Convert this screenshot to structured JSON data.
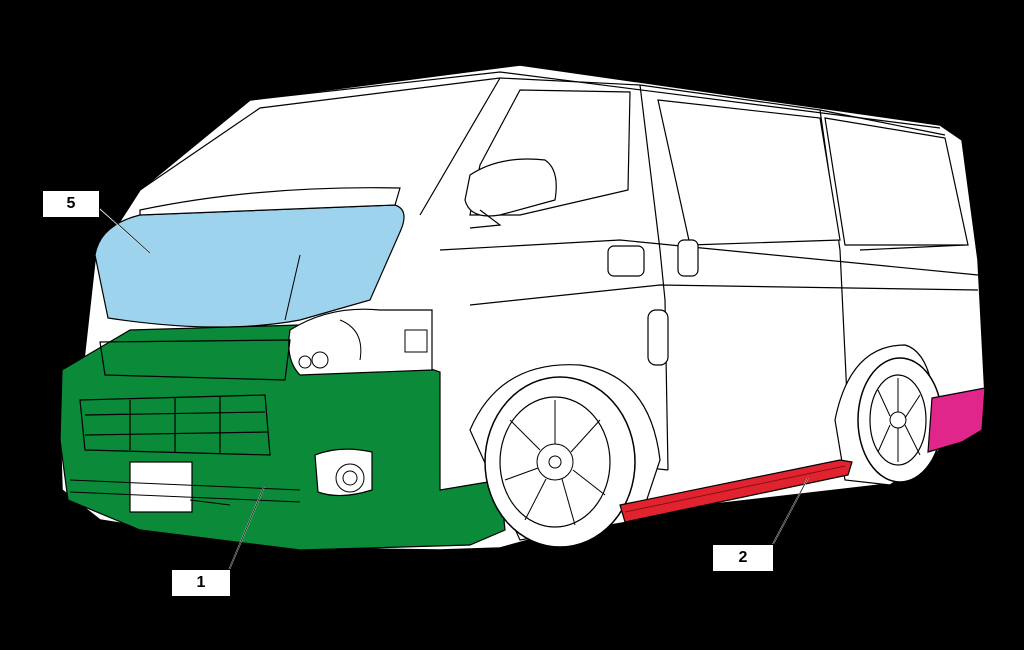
{
  "colors": {
    "background": "#000000",
    "body": "#ffffff",
    "outline": "#000000",
    "part_1": "#0b8a3a",
    "part_2": "#e0232e",
    "part_3": "#e0268a",
    "part_5": "#9ed3ee"
  },
  "callouts": {
    "part_5": "5",
    "part_1": "1",
    "part_2": "2"
  }
}
